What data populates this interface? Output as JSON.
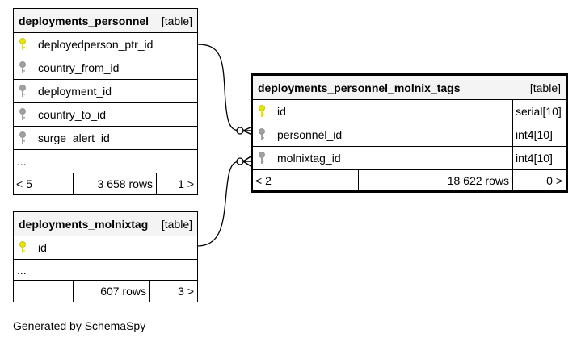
{
  "tables": {
    "personnel": {
      "name": "deployments_personnel",
      "kind": "[table]",
      "columns": [
        {
          "name": "deployedperson_ptr_id",
          "key": "primary"
        },
        {
          "name": "country_from_id",
          "key": "foreign"
        },
        {
          "name": "deployment_id",
          "key": "foreign"
        },
        {
          "name": "country_to_id",
          "key": "foreign"
        },
        {
          "name": "surge_alert_id",
          "key": "foreign"
        }
      ],
      "more": "...",
      "footer": {
        "parents": "< 5",
        "rows": "3 658 rows",
        "children": "1 >"
      }
    },
    "molnixtag": {
      "name": "deployments_molnixtag",
      "kind": "[table]",
      "columns": [
        {
          "name": "id",
          "key": "primary"
        }
      ],
      "more": "...",
      "footer": {
        "parents": "",
        "rows": "607 rows",
        "children": "3 >"
      }
    },
    "tags": {
      "name": "deployments_personnel_molnix_tags",
      "kind": "[table]",
      "columns": [
        {
          "name": "id",
          "type": "serial[10]",
          "key": "primary"
        },
        {
          "name": "personnel_id",
          "type": "int4[10]",
          "key": "foreign"
        },
        {
          "name": "molnixtag_id",
          "type": "int4[10]",
          "key": "foreign"
        }
      ],
      "footer": {
        "parents": "< 2",
        "rows": "18 622 rows",
        "children": "0 >"
      }
    }
  },
  "generated_by": "Generated by SchemaSpy",
  "colors": {
    "primary_key": "#e6e600",
    "foreign_key": "#a0a0a0",
    "header_bg": "#f4f4f4"
  }
}
